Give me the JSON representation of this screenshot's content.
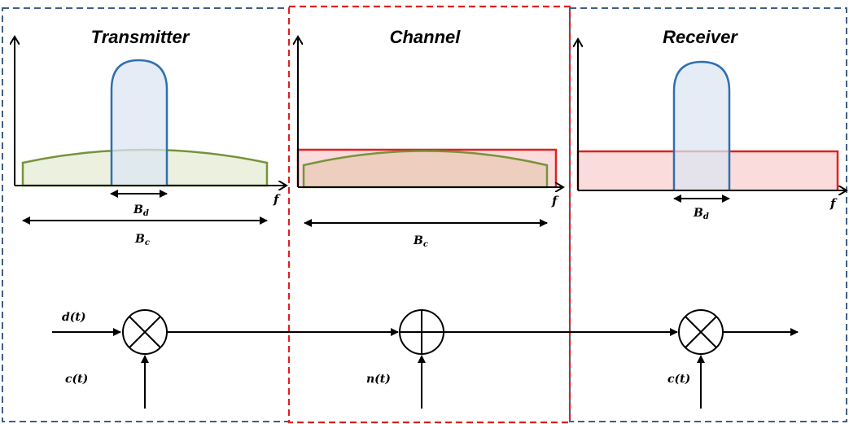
{
  "sections": {
    "transmitter": {
      "title": "Transmitter"
    },
    "channel": {
      "title": "Channel"
    },
    "receiver": {
      "title": "Receiver"
    }
  },
  "axis_label": "f",
  "bandwidth_labels": {
    "data": {
      "main": "B",
      "sub": "d"
    },
    "chip": {
      "main": "B",
      "sub": "c"
    }
  },
  "signals": {
    "data_input": "d(t)",
    "spreading_code_tx": "c(t)",
    "noise": "n(t)",
    "spreading_code_rx": "c(t)"
  },
  "colors": {
    "transmitter_border": "#3f5f85",
    "channel_border": "#e02020",
    "receiver_border": "#3f5f85",
    "narrowband_stroke": "#2f6fb0",
    "narrowband_fill": "#dce6f2",
    "wideband_stroke": "#77933c",
    "wideband_fill": "#ebf1de",
    "channel_stroke": "#e02020",
    "channel_fill": "#fadcdc",
    "channel_overlap_fill": "#f0d8c8",
    "line": "#000000"
  }
}
